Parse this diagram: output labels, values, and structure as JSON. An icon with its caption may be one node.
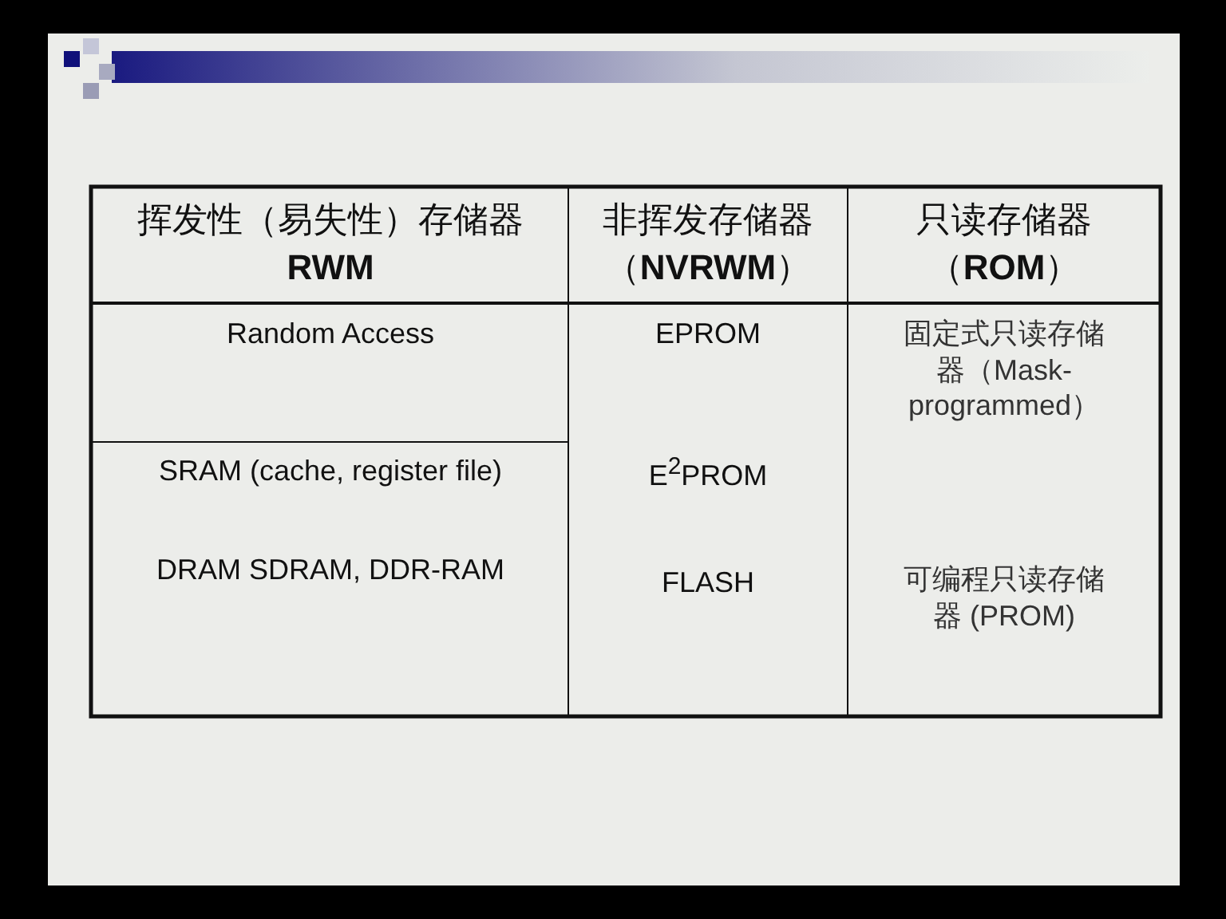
{
  "diagram": {
    "labels": [
      "挥发性（易失性）存储器 **RWM**",
      "非挥发存储器（**NVRWM**）",
      "只读存储器（**ROM**）",
      "Random Access",
      "EPROM",
      "固定式只读存储器（Mask-programmed）",
      "SRAM (cache, register file)",
      "E$^{2}$PROM",
      "DRAM SDRAM, DDR-RAM",
      "FLASH",
      "可编程只读存储器 (PROM)"
    ]
  }
}
